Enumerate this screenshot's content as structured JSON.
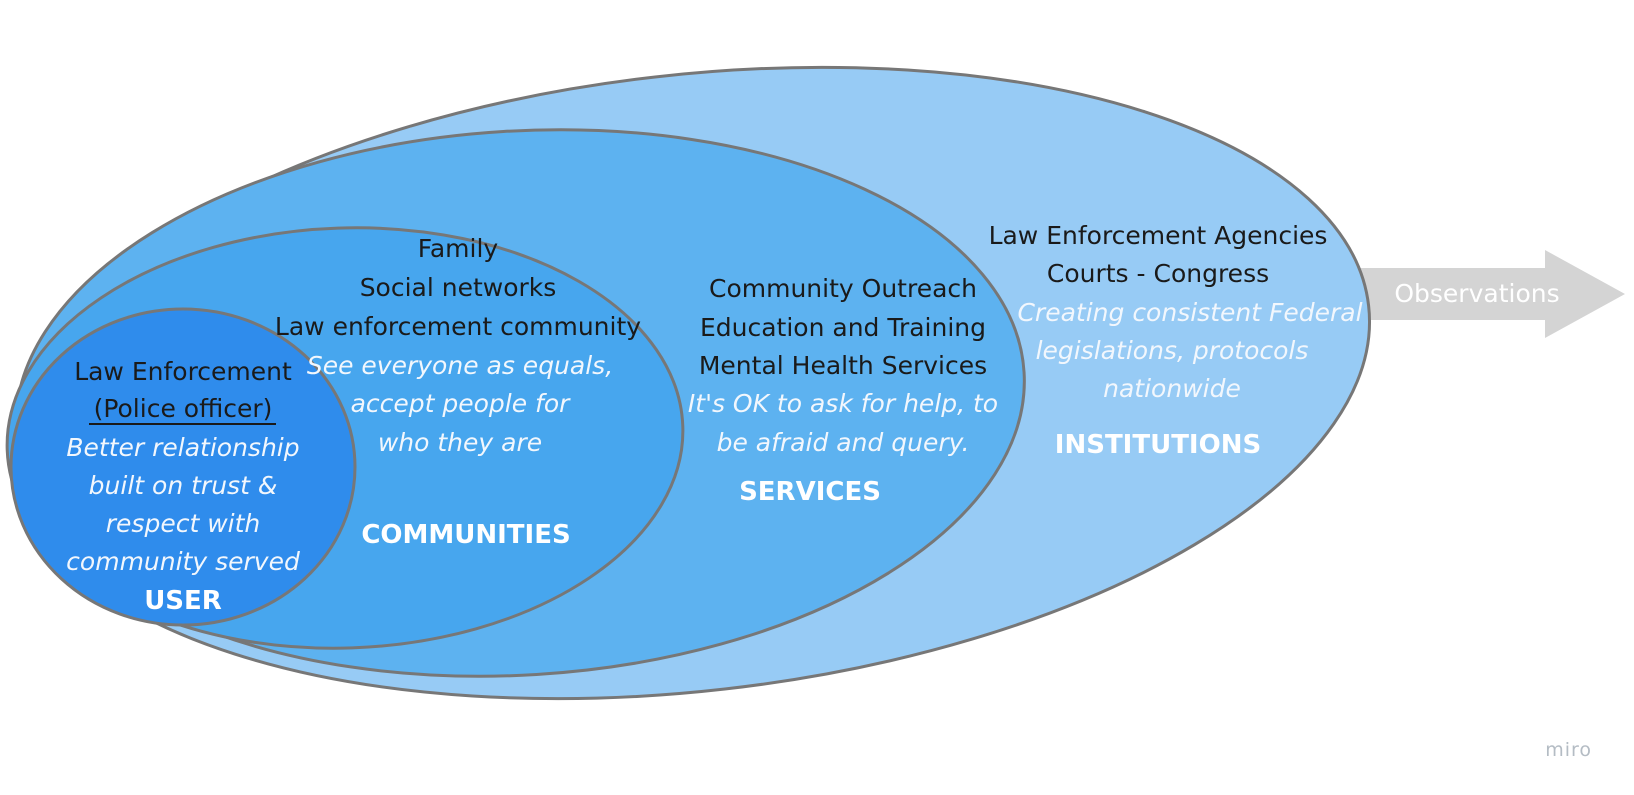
{
  "colors": {
    "institutions_fill": "#97cbf5",
    "services_fill": "#5db2f0",
    "communities_fill": "#47a6ee",
    "user_fill": "#2f8cec",
    "outline": "#777777",
    "arrow_fill": "#d4d4d4"
  },
  "user": {
    "lines": [
      "Law Enforcement"
    ],
    "underlined": "(Police officer)",
    "italic_lines": [
      "Better relationship",
      "built on trust &",
      "respect with",
      "community served"
    ],
    "label": "USER"
  },
  "communities": {
    "lines": [
      "Family",
      "Social networks",
      "Law enforcement community"
    ],
    "italic_lines": [
      "See everyone as equals,",
      "accept people for",
      "who they are"
    ],
    "label": "COMMUNITIES"
  },
  "services": {
    "lines": [
      "Community Outreach",
      "Education and  Training",
      "Mental Health Services"
    ],
    "italic_lines": [
      "It's OK to ask for help, to",
      "be afraid and query."
    ],
    "label": "SERVICES"
  },
  "institutions": {
    "lines": [
      "Law Enforcement Agencies",
      "Courts - Congress"
    ],
    "italic_lines": [
      "Creating consistent Federal",
      "legislations, protocols",
      "nationwide"
    ],
    "label": "INSTITUTIONS"
  },
  "arrow": {
    "label": "Observations"
  },
  "brand": {
    "text": "miro"
  }
}
